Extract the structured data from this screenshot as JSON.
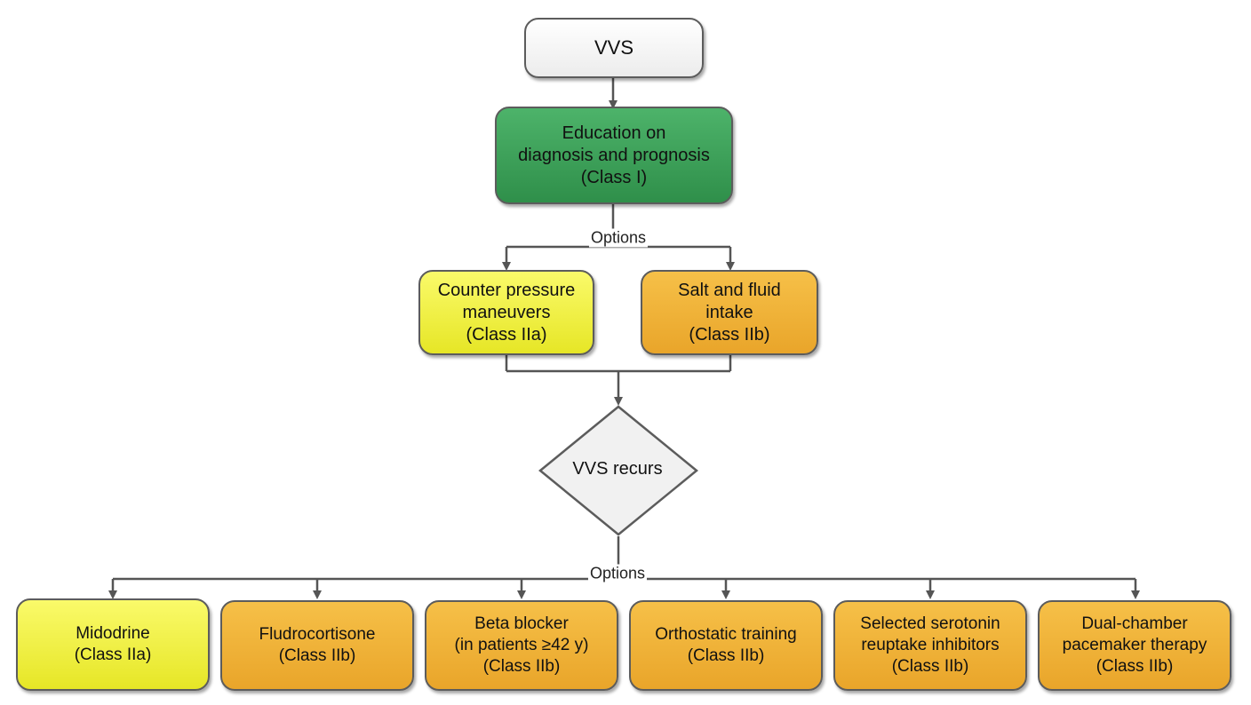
{
  "nodes": {
    "vvs": "VVS",
    "education": "Education on\ndiagnosis and prognosis\n(Class I)",
    "counter_pressure": "Counter pressure\nmaneuvers\n(Class IIa)",
    "salt_fluid": "Salt and fluid\nintake\n(Class IIb)",
    "decision": "VVS recurs",
    "midodrine": "Midodrine\n(Class IIa)",
    "fludrocortisone": "Fludrocortisone\n(Class IIb)",
    "beta_blocker": "Beta blocker\n(in patients ≥42 y)\n(Class IIb)",
    "orthostatic": "Orthostatic training\n(Class IIb)",
    "ssri": "Selected serotonin\nreuptake inhibitors\n(Class IIb)",
    "pacemaker": "Dual-chamber\npacemaker therapy\n(Class IIb)"
  },
  "labels": {
    "options_top": "Options",
    "options_bottom": "Options"
  },
  "colors": {
    "class_I": "#3a9e57",
    "class_IIa": "#f0f040",
    "class_IIb": "#efb039",
    "start": "#f4f4f4",
    "connector": "#555555"
  }
}
